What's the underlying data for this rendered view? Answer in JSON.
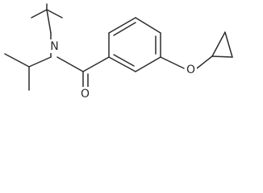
{
  "molecule": {
    "atoms": {
      "nitrogen": "N",
      "carbonyl_oxygen": "O",
      "ether_oxygen": "O"
    }
  },
  "colors": {
    "bond": "#2b2b2b",
    "background": "#ffffff"
  }
}
